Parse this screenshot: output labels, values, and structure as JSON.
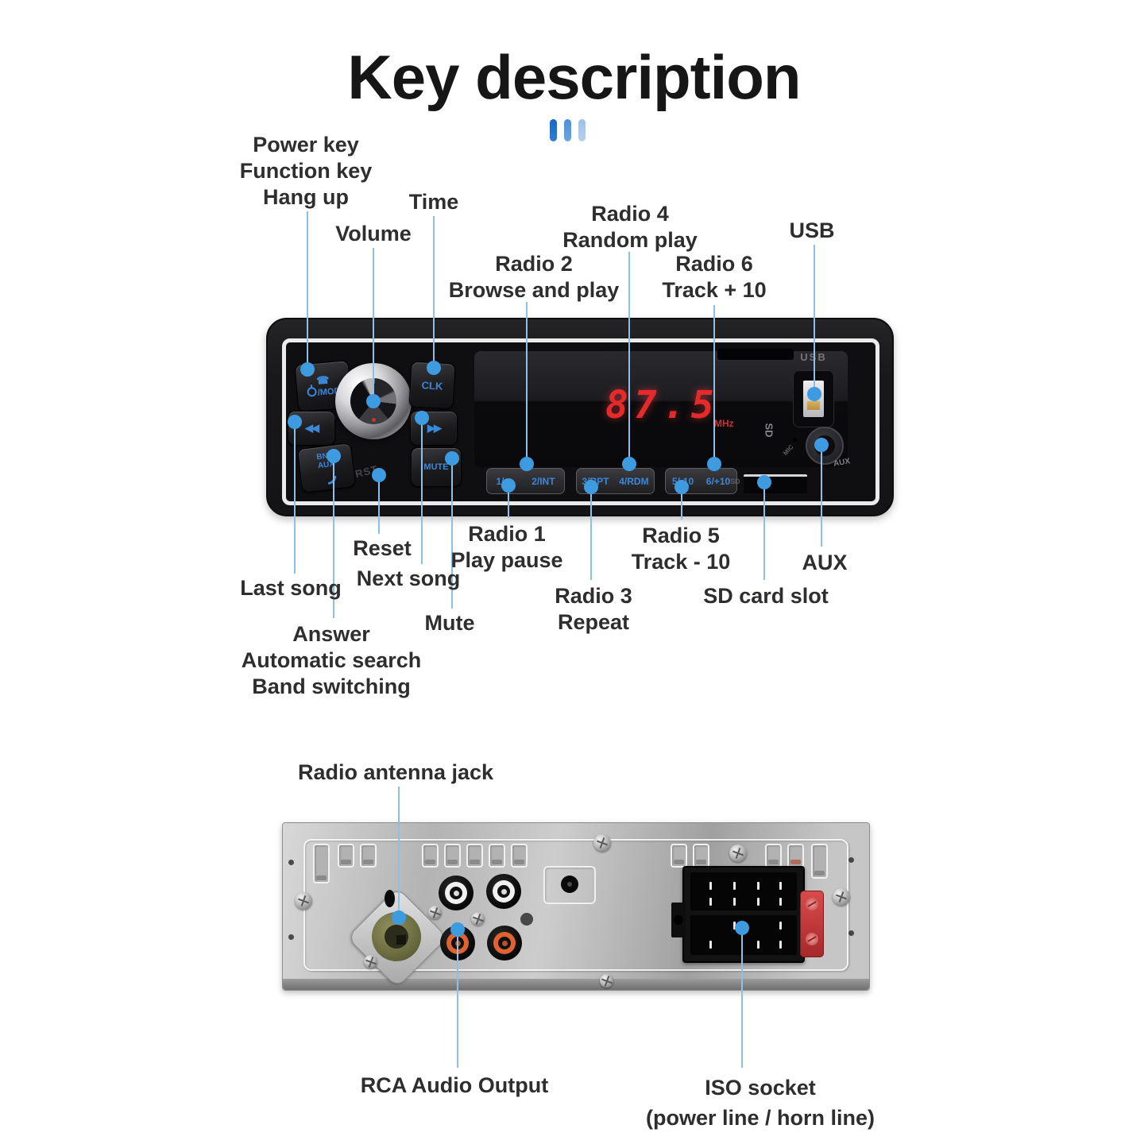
{
  "title": "Key description",
  "front_labels": {
    "power": [
      "Power key",
      "Function key",
      "Hang up"
    ],
    "time": "Time",
    "volume": "Volume",
    "radio2": [
      "Radio 2",
      "Browse and play"
    ],
    "radio4": [
      "Radio 4",
      "Random play"
    ],
    "radio6": [
      "Radio 6",
      "Track + 10"
    ],
    "usb": "USB",
    "reset": "Reset",
    "last_song": "Last song",
    "next_song": "Next song",
    "mute": "Mute",
    "answer": [
      "Answer",
      "Automatic search",
      "Band switching"
    ],
    "radio1": [
      "Radio 1",
      "Play pause"
    ],
    "radio3": [
      "Radio 3",
      "Repeat"
    ],
    "radio5": [
      "Radio 5",
      "Track - 10"
    ],
    "sd_slot": "SD card slot",
    "aux": "AUX"
  },
  "device_front": {
    "buttons": {
      "mod": "/MOD",
      "clk": "CLK",
      "prev": "◀◀",
      "next": "▶▶",
      "bnd_line1": "BND",
      "bnd_line2": "AUX",
      "mute": "MUTE",
      "reset": "RST"
    },
    "preset_keys": [
      "1/►",
      "2/INT",
      "3/RPT",
      "4/RDM",
      "5/-10",
      "6/+10"
    ],
    "display": {
      "frequency": "87.5",
      "unit": "MHz",
      "sd_logo": "SD"
    },
    "ports": {
      "usb": "USB",
      "aux": "AUX",
      "mic": "MIC",
      "sd": "SD"
    }
  },
  "rear_labels": {
    "antenna": "Radio antenna jack",
    "rca": "RCA Audio Output",
    "iso": [
      "ISO socket",
      "(power line / horn line)"
    ]
  },
  "colors": {
    "accent_bar_1": "#1a67c2",
    "accent_bar_2": "#5e9ad8",
    "accent_bar_3": "#aac9ea",
    "leader_line": "#8cc0e8",
    "dot": "#3e9bdf",
    "button_text": "#3b87d9",
    "display_red": "#e42a2a"
  }
}
